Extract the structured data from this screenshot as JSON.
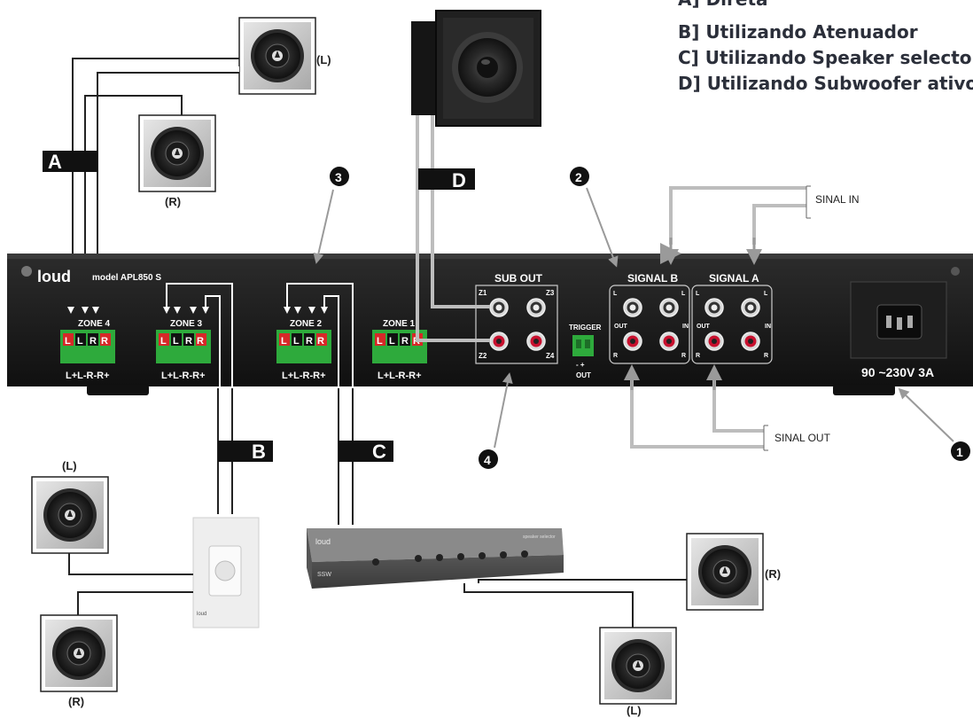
{
  "legend": {
    "a": "A] Direta",
    "b": "B] Utilizando Atenuador",
    "c": "C] Utilizando Speaker selecto",
    "d": "D] Utilizando Subwoofer ativo"
  },
  "amplifier": {
    "brand": "loud",
    "model": "model APL850 S",
    "zones": [
      "ZONE 4",
      "ZONE 3",
      "ZONE 2",
      "ZONE 1"
    ],
    "terminal_letters": [
      "L",
      "L",
      "R",
      "R"
    ],
    "terminal_caption": "L+L-R-R+",
    "sub_out": "SUB OUT",
    "sub_jacks": [
      "Z1",
      "Z3",
      "Z2",
      "Z4"
    ],
    "trigger": "TRIGGER",
    "trigger_pins": "-  +",
    "trigger_out": "OUT",
    "signal_b": "SIGNAL B",
    "signal_a": "SIGNAL A",
    "out_label": "OUT",
    "in_label": "IN",
    "lr": [
      "L",
      "L",
      "R",
      "R"
    ],
    "power": "90 ~230V 3A"
  },
  "callouts": {
    "sinal_in": "SINAL IN",
    "sinal_out": "SINAL OUT",
    "num1": "1",
    "num2": "2",
    "num3": "3",
    "num4": "4",
    "tag_a": "A",
    "tag_b": "B",
    "tag_c": "C",
    "tag_d": "D"
  },
  "speakers": {
    "left": "(L)",
    "right": "(R)"
  },
  "selector": {
    "brand": "loud",
    "model": "SSW",
    "title": "speaker selector"
  },
  "attenuator": {
    "brand": "loud"
  }
}
